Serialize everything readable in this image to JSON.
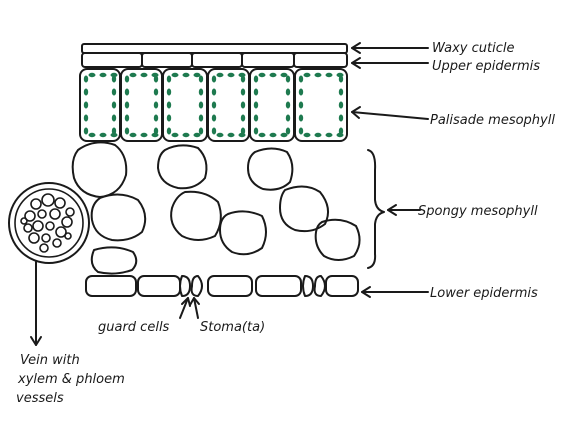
{
  "labels": {
    "waxy_cuticle": "Waxy cuticle",
    "upper_epidermis": "Upper epidermis",
    "palisade_mesophyll": "Palisade mesophyll",
    "spongy_mesophyll": "Spongy mesophyll",
    "lower_epidermis": "Lower epidermis",
    "guard_cells": "guard cells",
    "stomata": "Stoma(ta)",
    "vein_line1": "Vein with",
    "vein_line2": "xylem & phloem",
    "vein_line3": "vessels"
  },
  "colors": {
    "ink": "#1a1a1a",
    "chloroplast": "#1e7a4f"
  }
}
